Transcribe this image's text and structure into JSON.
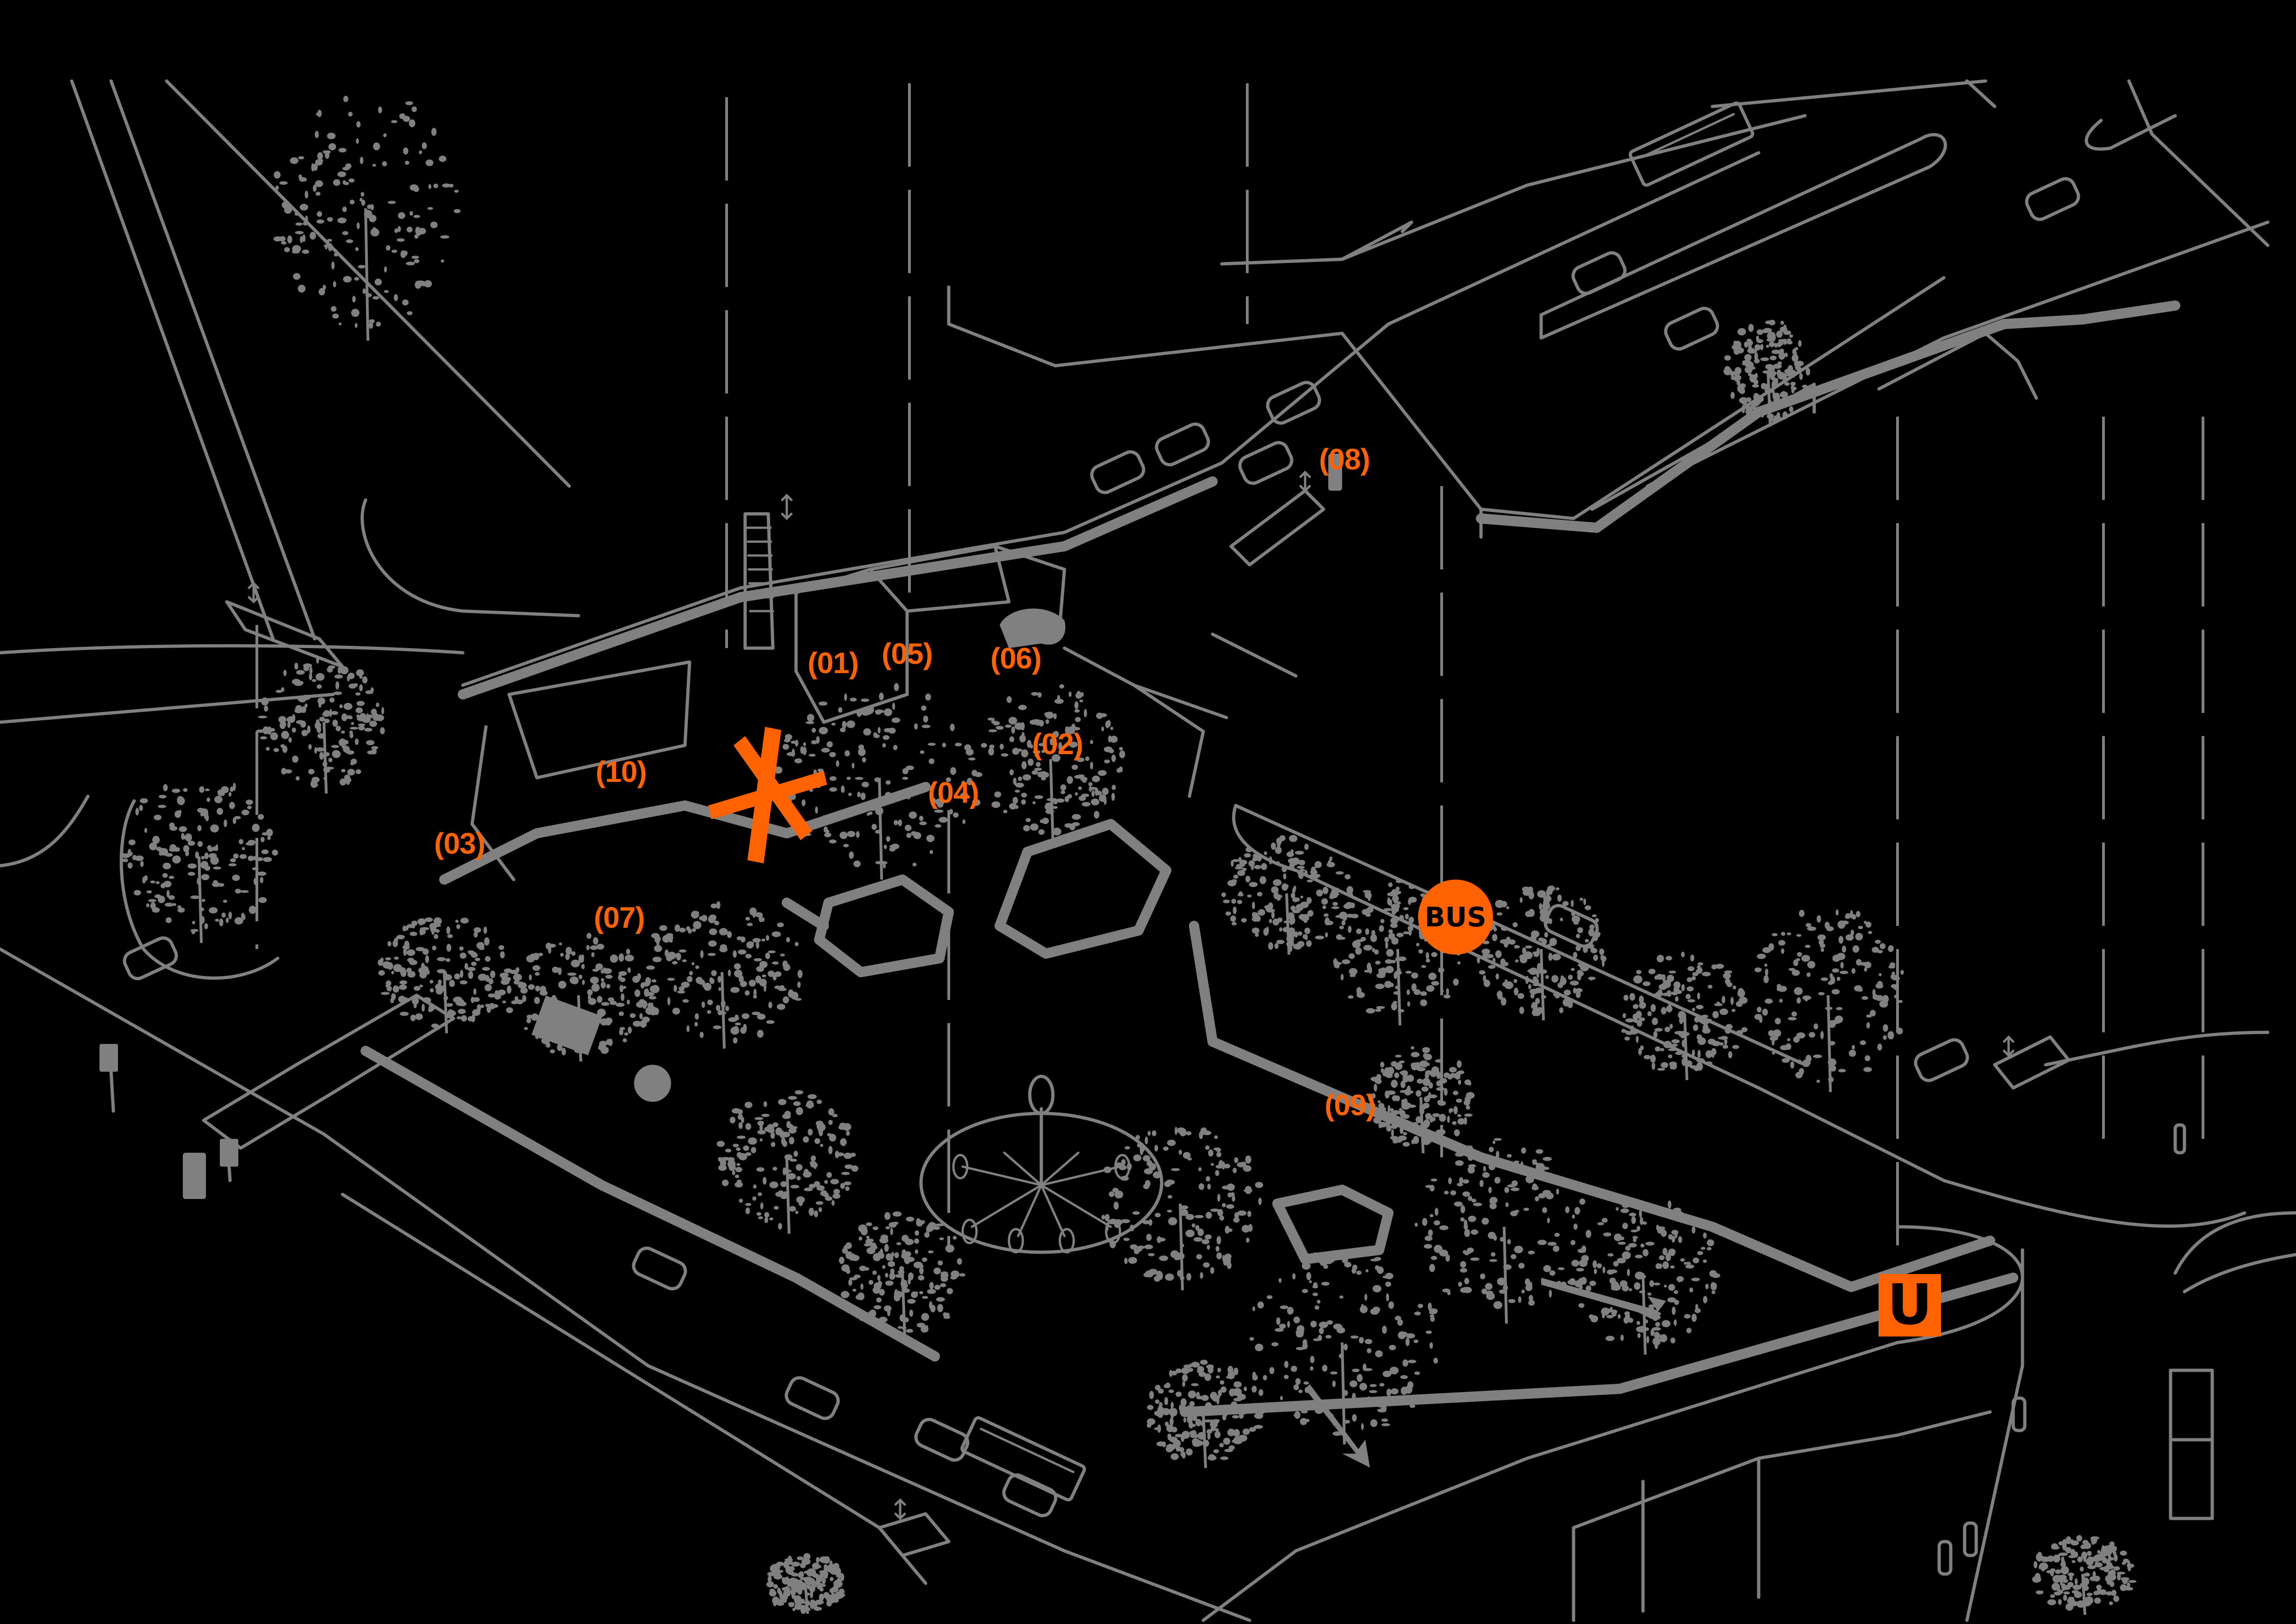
{
  "drawing": {
    "title": "Axonometric site plan of urban plaza with underground station",
    "background_color": "#000000",
    "linework_color": "#808080",
    "accent_color": "#ff6200"
  },
  "annotations": [
    {
      "id": "01",
      "text": "(01)"
    },
    {
      "id": "02",
      "text": "(02)"
    },
    {
      "id": "03",
      "text": "(03)"
    },
    {
      "id": "04",
      "text": "(04)"
    },
    {
      "id": "05",
      "text": "(05)"
    },
    {
      "id": "06",
      "text": "(06)"
    },
    {
      "id": "07",
      "text": "(07)"
    },
    {
      "id": "08",
      "text": "(08)"
    },
    {
      "id": "09",
      "text": "(09)"
    },
    {
      "id": "10",
      "text": "(10)"
    }
  ],
  "markers": {
    "bus_stop": {
      "text": "BUS",
      "icon": "bus-stop-icon"
    },
    "subway": {
      "text": "U",
      "icon": "subway-u-icon"
    },
    "main_entry": {
      "icon": "asterisk-icon"
    }
  },
  "features": {
    "sculpture": "radial-sculpture-icon",
    "vehicles": [
      "bus",
      "bus",
      "car",
      "car",
      "car",
      "car",
      "car",
      "car",
      "car",
      "car",
      "car",
      "car"
    ],
    "arrows": [
      "vertical-circulation-arrow",
      "pedestrian-flow-arrow"
    ]
  }
}
